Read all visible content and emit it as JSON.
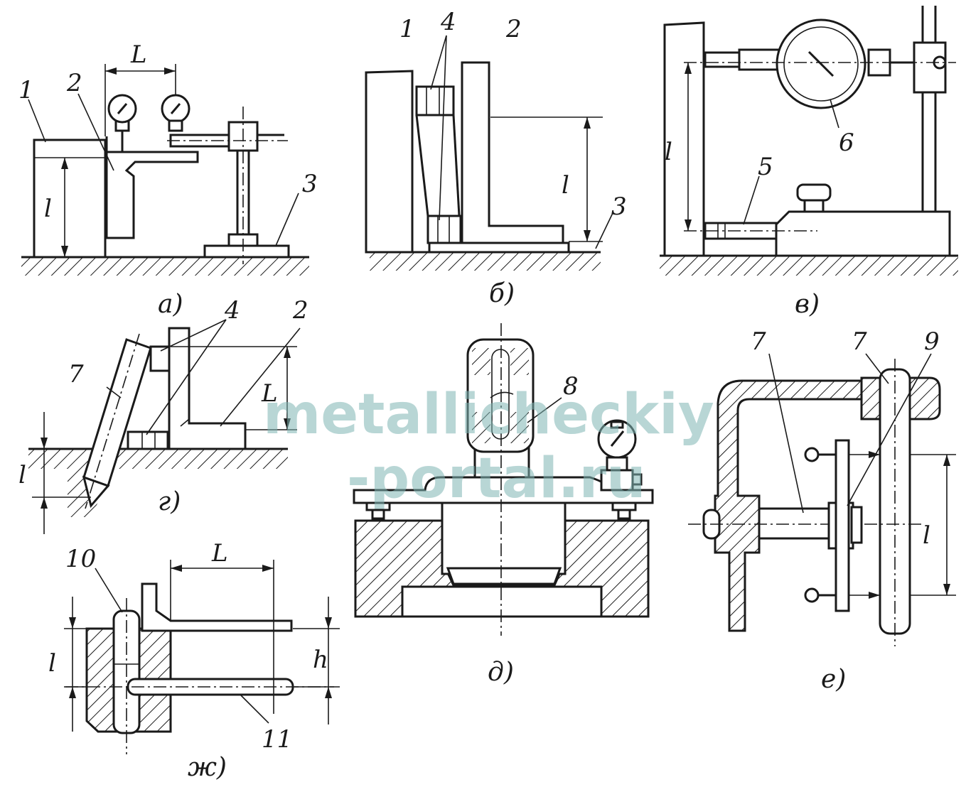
{
  "watermark": {
    "line1": "metallicheckiy",
    "line2": "-portal.ru",
    "color": "#7fb6b4"
  },
  "figures": {
    "a": {
      "caption": "а)",
      "labels": {
        "part1": "1",
        "part2": "2",
        "part3": "3",
        "dim_L": "L",
        "dim_l": "l"
      }
    },
    "b": {
      "caption": "б)",
      "labels": {
        "part1": "1",
        "part4": "4",
        "part2": "2",
        "part3": "3",
        "dim_l": "l"
      }
    },
    "v": {
      "caption": "в)",
      "labels": {
        "part5": "5",
        "part6": "6",
        "dim_l": "l"
      }
    },
    "g": {
      "caption": "г)",
      "labels": {
        "part7": "7",
        "part4": "4",
        "part2": "2",
        "dim_L": "L",
        "dim_l": "l"
      }
    },
    "d": {
      "caption": "д)",
      "labels": {
        "part8": "8"
      }
    },
    "e": {
      "caption": "е)",
      "labels": {
        "part7a": "7",
        "part7b": "7",
        "part9": "9",
        "dim_l": "l"
      }
    },
    "zh": {
      "caption": "ж)",
      "labels": {
        "part10": "10",
        "part11": "11",
        "dim_L": "L",
        "dim_l": "l",
        "dim_h": "h"
      }
    }
  }
}
